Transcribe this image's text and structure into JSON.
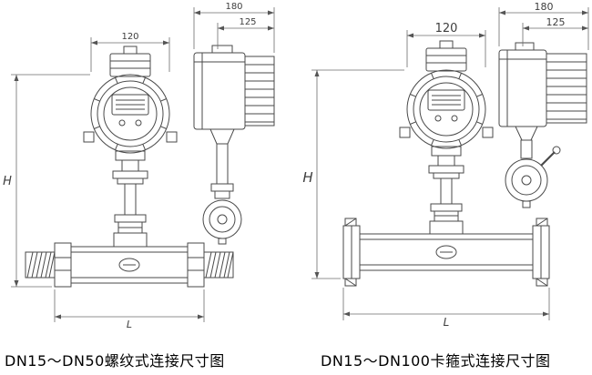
{
  "page": {
    "background": "#ffffff",
    "line_color": "#4a4a4a",
    "dim_color": "#666666"
  },
  "left_drawing": {
    "caption": "DN15～DN50螺纹式连接尺寸图",
    "dim_head_width": "120",
    "dim_side_total": "180",
    "dim_side_body": "125",
    "dim_height": "H",
    "dim_length": "L"
  },
  "right_drawing": {
    "caption": "DN15～DN100卡箍式连接尺寸图",
    "dim_head_width": "120",
    "dim_side_total": "180",
    "dim_side_body": "125",
    "dim_height": "H",
    "dim_length": "L"
  }
}
